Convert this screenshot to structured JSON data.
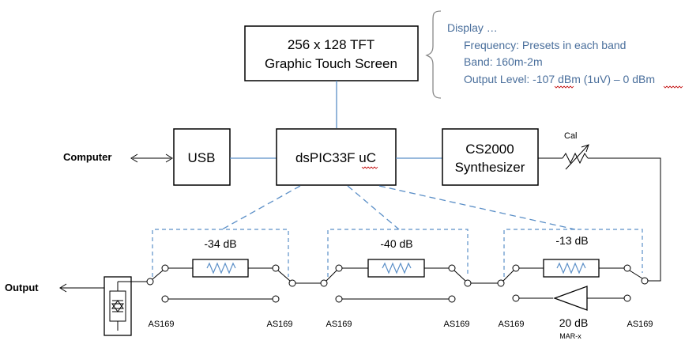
{
  "display_block": {
    "line1": "256 x 128 TFT",
    "line2": "Graphic Touch Screen"
  },
  "notes": {
    "heading": "Display …",
    "line1": "Frequency:  Presets in each band",
    "line2": "Band: 160m-2m",
    "line3": "Output Level: -107 dBm (1uV) – 0 dBm"
  },
  "blocks": {
    "usb": "USB",
    "mcu": "dsPIC33F  uC",
    "synth_line1": "CS2000",
    "synth_line2": "Synthesizer"
  },
  "labels": {
    "computer": "Computer",
    "output": "Output",
    "cal": "Cal"
  },
  "attenuators": [
    {
      "label": "-34 dB"
    },
    {
      "label": "-40 dB"
    },
    {
      "label": "-13 dB"
    }
  ],
  "amplifier": {
    "gain": "20 dB",
    "part": "MAR-x"
  },
  "switches": [
    "AS169",
    "AS169",
    "AS169",
    "AS169",
    "AS169",
    "AS169"
  ],
  "colors": {
    "line": "#000000",
    "accent_line": "#5b8fc7",
    "note_text": "#4a6f9c",
    "squiggle": "#c00000"
  }
}
